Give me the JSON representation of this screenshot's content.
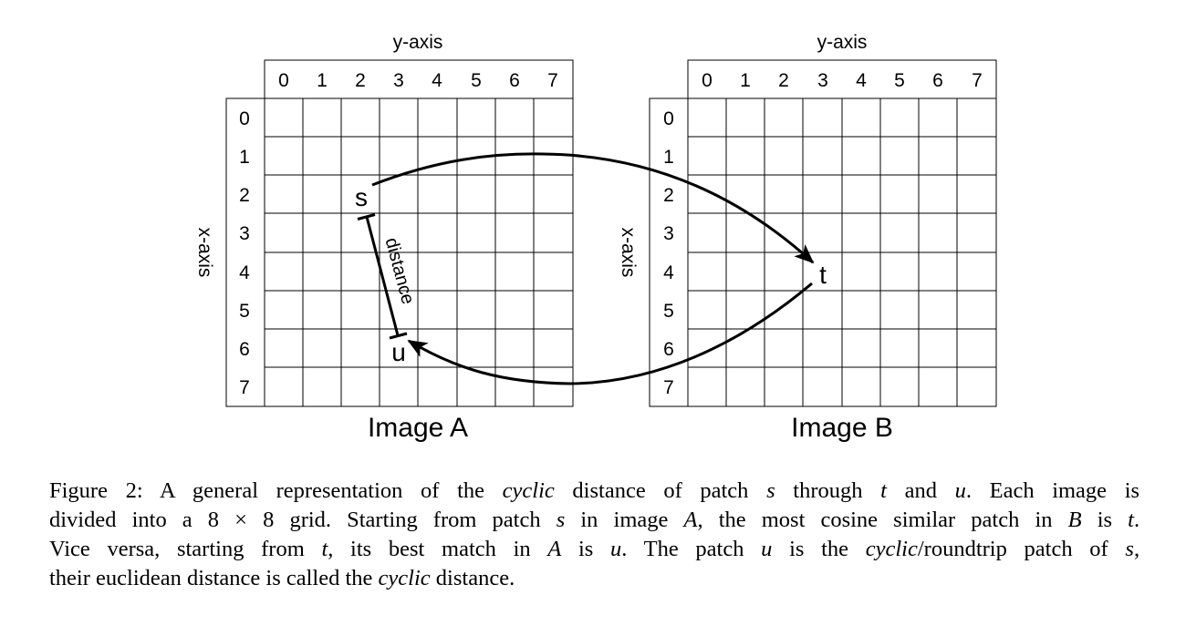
{
  "diagram": {
    "image_a": {
      "title": "Image A",
      "y_axis_label": "y-axis",
      "x_axis_label": "x-axis",
      "column_ticks": [
        "0",
        "1",
        "2",
        "3",
        "4",
        "5",
        "6",
        "7"
      ],
      "row_ticks": [
        "0",
        "1",
        "2",
        "3",
        "4",
        "5",
        "6",
        "7"
      ],
      "patch_s": "s",
      "patch_u": "u",
      "distance_label": "distance"
    },
    "image_b": {
      "title": "Image B",
      "y_axis_label": "y-axis",
      "x_axis_label": "x-axis",
      "column_ticks": [
        "0",
        "1",
        "2",
        "3",
        "4",
        "5",
        "6",
        "7"
      ],
      "row_ticks": [
        "0",
        "1",
        "2",
        "3",
        "4",
        "5",
        "6",
        "7"
      ],
      "patch_t": "t"
    }
  },
  "caption": {
    "figure_label": "Figure 2:",
    "l1_a": "A general representation of the",
    "l1_cyclic": "cyclic",
    "l1_b": "distance of patch",
    "l1_s": "s",
    "l1_c": "through",
    "l1_t": "t",
    "l1_d": "and",
    "l1_u": "u",
    "l1_e": ". Each image is",
    "l2_a": "divided into a",
    "l2_grid": "8 × 8",
    "l2_b": "grid. Starting from patch",
    "l2_s": "s",
    "l2_c": "in image",
    "l2_A": "A",
    "l2_d": ", the most cosine similar patch in",
    "l2_B": "B",
    "l2_e": "is",
    "l2_t": "t",
    "l2_f": ".",
    "l3_a": "Vice versa, starting from",
    "l3_t": "t",
    "l3_b": ", its best match in",
    "l3_A": "A",
    "l3_c": "is",
    "l3_u": "u",
    "l3_d": ". The patch",
    "l3_u2": "u",
    "l3_e": "is the",
    "l3_cyclic": "cyclic",
    "l3_f": "/roundtrip patch of",
    "l3_s": "s",
    "l3_g": ",",
    "l4_a": "their euclidean distance is called the",
    "l4_cyclic": "cyclic",
    "l4_b": "distance."
  }
}
